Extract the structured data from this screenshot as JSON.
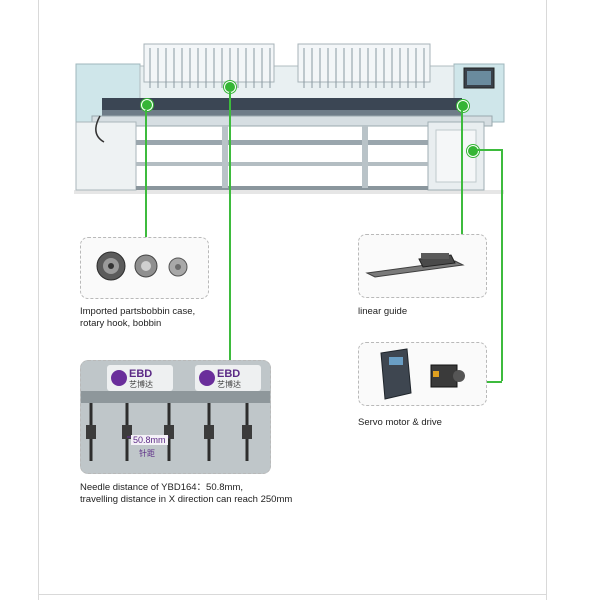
{
  "colors": {
    "accent_green": "#35b535",
    "machine_body": "#e8eef0",
    "machine_teal": "#b7dde2"
  },
  "callouts": {
    "bobbin": {
      "caption_line1": "Imported partsbobbin case,",
      "caption_line2": "rotary hook, bobbin"
    },
    "linear_guide": {
      "caption": "linear guide"
    },
    "servo": {
      "caption": "Servo motor & drive"
    },
    "needle": {
      "logo_text_left": "EBD",
      "logo_cn_left": "艺博达",
      "logo_text_right": "EBD",
      "logo_cn_right": "艺博达",
      "distance_label": "50.8mm",
      "distance_cn": "针距",
      "caption_line1": "Needle distance of YBD164：50.8mm,",
      "caption_line2": "travelling distance in X direction can reach 250mm"
    }
  },
  "icons": [
    "bobbin-case-icon",
    "rotary-hook-icon",
    "bobbin-icon",
    "linear-guide-icon",
    "servo-drive-icon",
    "servo-motor-icon"
  ]
}
